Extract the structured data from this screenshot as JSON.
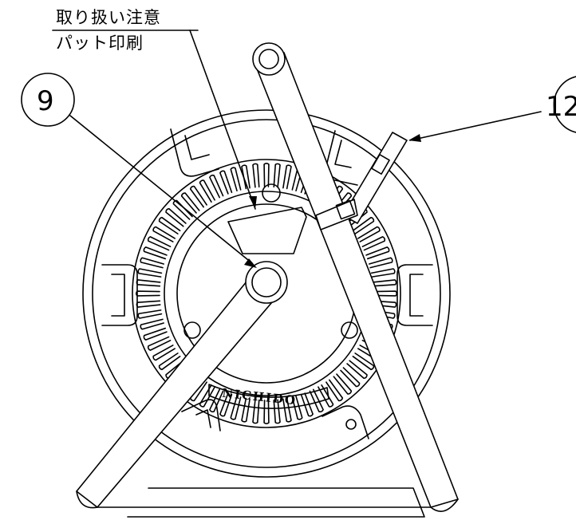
{
  "note": {
    "line1": "取り扱い注意",
    "line2": "パット印刷"
  },
  "callouts": [
    {
      "number": "9"
    },
    {
      "number": "12"
    }
  ],
  "reel": {
    "brand_text": "NICHIDO"
  },
  "colors": {
    "line": "#000000",
    "background": "#ffffff"
  }
}
